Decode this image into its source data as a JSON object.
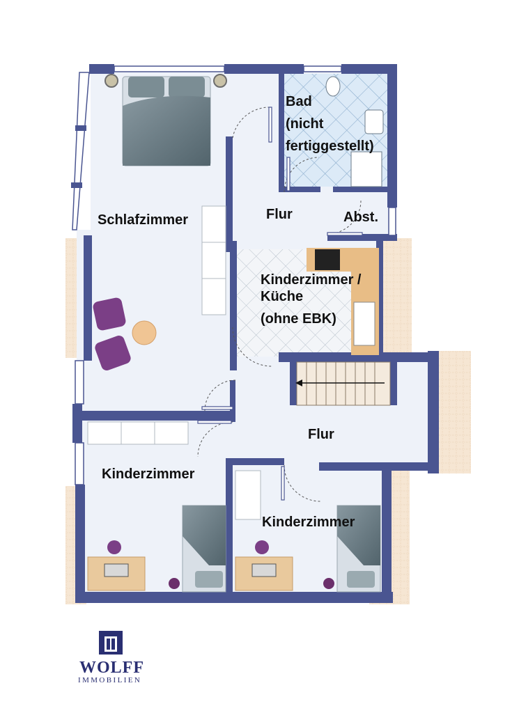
{
  "rooms": {
    "schlafzimmer": "Schlafzimmer",
    "bad_line1": "Bad",
    "bad_line2": "(nicht",
    "bad_line3": "fertiggestellt)",
    "flur_top": "Flur",
    "abst": "Abst.",
    "kueche_line1": "Kinderzimmer /",
    "kueche_line2": "Küche",
    "kueche_line3": "(ohne EBK)",
    "flur_middle": "Flur",
    "kinderzimmer_left": "Kinderzimmer",
    "kinderzimmer_right": "Kinderzimmer"
  },
  "logo": {
    "name": "WOLFF",
    "subtitle": "IMMOBILIEN"
  },
  "colors": {
    "wall": "#4a5591",
    "floor": "#eef2f9",
    "tile_bg": "#dceaf7",
    "tile_line": "#8fb0cf",
    "kitchen_tile_bg": "#f3f5f8",
    "roof_slope": "#f2dcc2",
    "furniture_dark": "#6f8188",
    "pillow": "#9aaab0",
    "chair": "#7b3f86",
    "table": "#f0c594",
    "counter": "#e8bd86",
    "desk": "#e9c99d",
    "brand_blue": "#2a2f72"
  }
}
